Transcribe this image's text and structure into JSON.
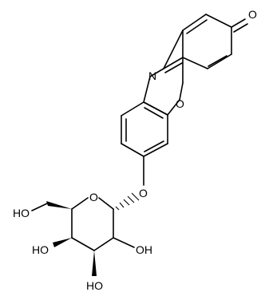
{
  "structure": {
    "atoms": {
      "carbonyl_oxygen": "O",
      "ring_nitrogen": "N",
      "ring_oxygen": "O",
      "ether_oxygen": "O",
      "pyranose_oxygen": "O",
      "hydroxyl_c6": "HO",
      "hydroxyl_c4": "HO",
      "hydroxyl_c3": "HO",
      "hydroxyl_c2": "OH"
    }
  },
  "colors": {
    "bond": "#000000",
    "label": "#000000",
    "background": "#ffffff"
  }
}
